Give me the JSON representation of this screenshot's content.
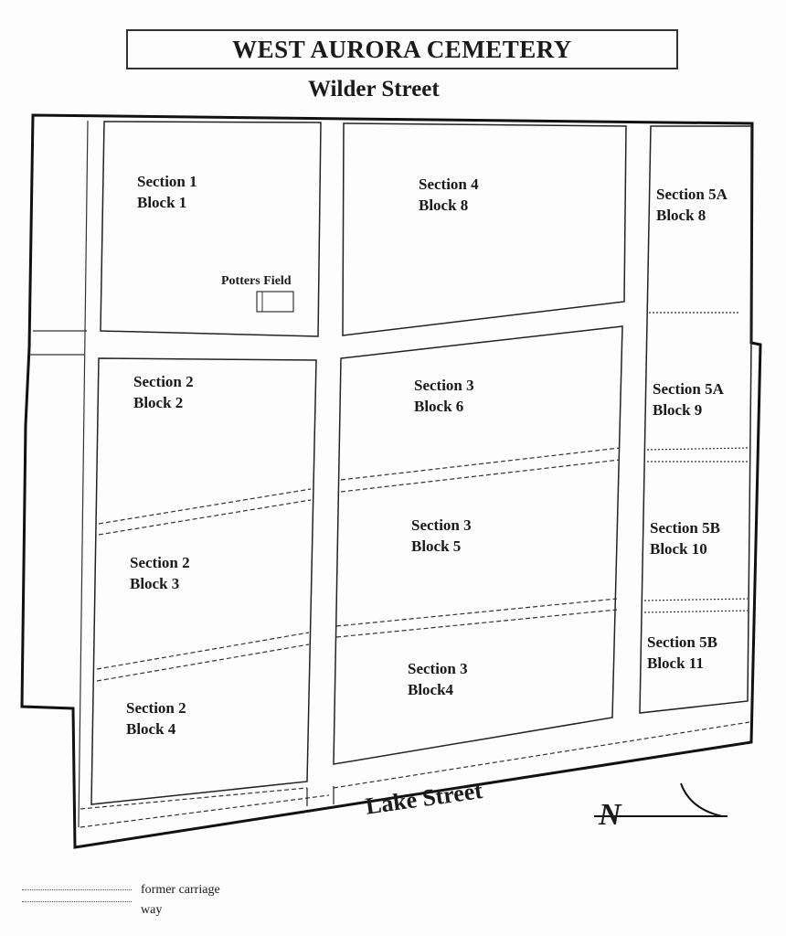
{
  "title": "WEST AURORA CEMETERY",
  "streets": {
    "north": "Wilder Street",
    "south": "Lake Street"
  },
  "sections": [
    {
      "section": "Section 1",
      "block": "Block 1"
    },
    {
      "section": "Section 4",
      "block": "Block 8"
    },
    {
      "section": "Section 5A",
      "block": "Block 8"
    },
    {
      "section": "Section 2",
      "block": "Block 2"
    },
    {
      "section": "Section 3",
      "block": "Block 6"
    },
    {
      "section": "Section 5A",
      "block": "Block 9"
    },
    {
      "section": "Section 3",
      "block": "Block 5"
    },
    {
      "section": "Section 5B",
      "block": "Block 10"
    },
    {
      "section": "Section 2",
      "block": "Block 3"
    },
    {
      "section": "Section 5B",
      "block": "Block 11"
    },
    {
      "section": "Section 3",
      "block": "Block4"
    },
    {
      "section": "Section 2",
      "block": "Block 4"
    }
  ],
  "potters_field": "Potters Field",
  "north_arrow": "N",
  "legend": {
    "line1": "former carriage",
    "line2": "way"
  }
}
